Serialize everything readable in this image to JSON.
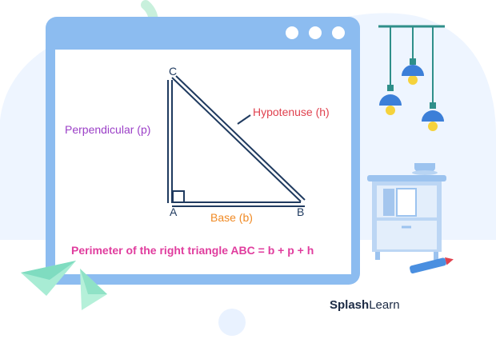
{
  "diagram": {
    "vertices": {
      "a": "A",
      "b": "B",
      "c": "C"
    },
    "labels": {
      "perpendicular": "Perpendicular (p)",
      "hypotenuse": "Hypotenuse (h)",
      "base": "Base (b)"
    },
    "formula": "Perimeter of the right triangle ABC = b + p + h"
  },
  "brand": {
    "bold": "Splash",
    "light": "Learn"
  },
  "colors": {
    "window": "#8cbcf0",
    "triangle": "#1f3a5f",
    "perpendicular": "#9b3fc7",
    "hypotenuse": "#e0424f",
    "base": "#f08a24",
    "formula": "#e03d9e"
  },
  "icons": [
    "paper-plane-icon",
    "lamp-icon",
    "cup-icon",
    "crayon-icon",
    "shelf-icon",
    "hook-icon"
  ]
}
